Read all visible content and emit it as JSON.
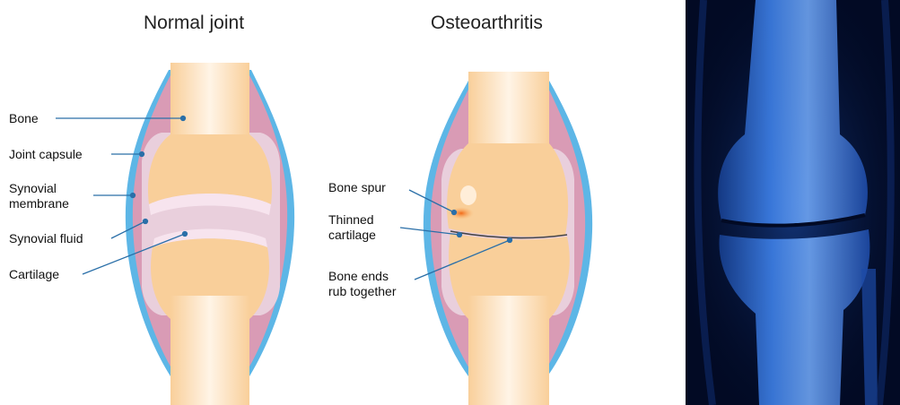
{
  "normal_joint": {
    "title": "Normal joint",
    "labels": {
      "bone": "Bone",
      "joint_capsule": "Joint capsule",
      "synovial_membrane_line1": "Synovial",
      "synovial_membrane_line2": "membrane",
      "synovial_fluid": "Synovial fluid",
      "cartilage": "Cartilage"
    }
  },
  "osteoarthritis": {
    "title": "Osteoarthritis",
    "labels": {
      "bone_spur": "Bone spur",
      "thinned_cartilage_line1": "Thinned",
      "thinned_cartilage_line2": "cartilage",
      "bone_ends_line1": "Bone ends",
      "bone_ends_line2": "rub together"
    }
  },
  "colors": {
    "bone": "#f9cf9a",
    "bone_highlight": "#fff3e3",
    "capsule_outline": "#5db6e6",
    "synovial_membrane": "#d99bb5",
    "synovial_fluid": "#ead2df",
    "cartilage": "#f4e2ec",
    "leader_line": "#2a6fa8",
    "bone_spur": "#f08a2c",
    "xray_background": "#020a24",
    "xray_bone": "#3d7fe6"
  }
}
